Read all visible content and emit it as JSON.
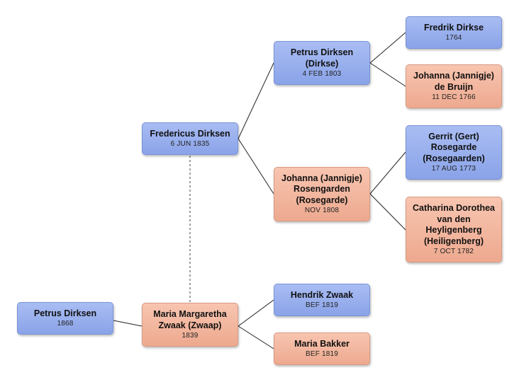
{
  "persons": {
    "root": {
      "name": "Petrus Dirksen",
      "date": "1868",
      "sex": "male"
    },
    "father": {
      "name": "Fredericus Dirksen",
      "date": "6 JUN 1835",
      "sex": "male"
    },
    "mother": {
      "name": "Maria Margaretha Zwaak (Zwaap)",
      "date": "1839",
      "sex": "female"
    },
    "pat_grandfather": {
      "name": "Petrus Dirksen (Dirkse)",
      "date": "4 FEB 1803",
      "sex": "male"
    },
    "pat_grandmother": {
      "name": "Johanna (Jannigje) Rosengarden (Rosegarde)",
      "date": "NOV 1808",
      "sex": "female"
    },
    "mat_grandfather": {
      "name": "Hendrik Zwaak",
      "date": "BEF 1819",
      "sex": "male"
    },
    "mat_grandmother": {
      "name": "Maria Bakker",
      "date": "BEF 1819",
      "sex": "female"
    },
    "ggf_1": {
      "name": "Fredrik Dirkse",
      "date": "1764",
      "sex": "male"
    },
    "ggm_1": {
      "name": "Johanna (Jannigje) de Bruijn",
      "date": "11 DEC 1766",
      "sex": "female"
    },
    "ggf_2": {
      "name": "Gerrit (Gert) Rosegarde (Rosegaarden)",
      "date": "17 AUG 1773",
      "sex": "male"
    },
    "ggm_2": {
      "name": "Catharina Dorothea van den Heyligenberg (Heiligenberg)",
      "date": "7 OCT 1782",
      "sex": "female"
    }
  },
  "colors": {
    "male_fill": "#9bb0ee",
    "female_fill": "#f3b6a0",
    "edge": "#222222",
    "marriage_link": "#777777"
  }
}
